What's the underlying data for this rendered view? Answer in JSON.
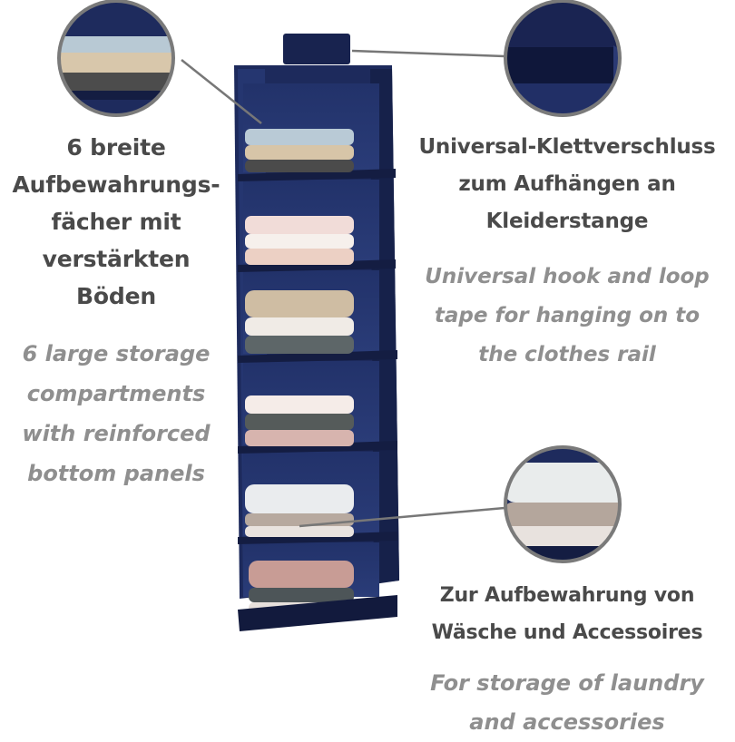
{
  "left_feature": {
    "title_de": [
      "6 breite",
      "Aufbewahrungs-",
      "fächer mit",
      "verstärkten",
      "Böden"
    ],
    "subtitle_en": [
      "6 large storage",
      "compartments",
      "with reinforced",
      "bottom panels"
    ]
  },
  "top_right_feature": {
    "title_de": [
      "Universal-Klettverschluss",
      "zum Aufhängen an",
      "Kleiderstange"
    ],
    "subtitle_en": [
      "Universal hook and loop",
      "tape for hanging on to",
      "the clothes rail"
    ]
  },
  "bottom_right_feature": {
    "title_de": [
      "Zur Aufbewahrung von",
      "Wäsche und Accessoires"
    ],
    "subtitle_en": [
      "For storage of laundry",
      "and accessories"
    ]
  },
  "colors": {
    "organizer_navy": "#1d2a5c",
    "callout_ring": "#7a7a7a",
    "title_text": "#4a4a4a",
    "subtitle_text": "#8f8f8f"
  }
}
